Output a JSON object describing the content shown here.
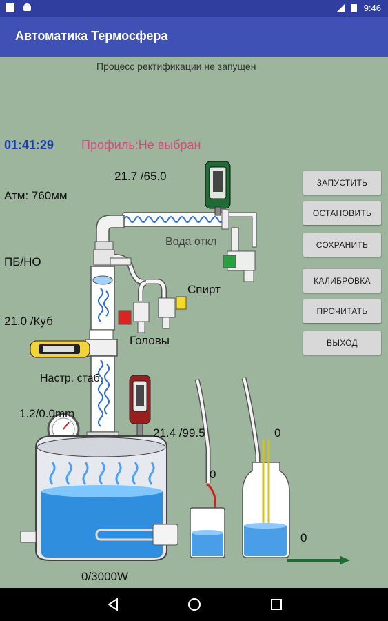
{
  "status_bar": {
    "time": "9:46"
  },
  "app_bar": {
    "title": "Автоматика Термосфера"
  },
  "main": {
    "process_status": "Процесс ректификации не запущен",
    "timer": "01:41:29",
    "profile": "Профиль:Не выбран",
    "top_temp": "21.7   /65.0",
    "atm": "Атм: 760мм",
    "water": "Вода откл",
    "mode": "ПБ/НО",
    "spirit": "Спирт",
    "cube_temp": "21.0   /Куб",
    "heads": "Головы",
    "stab_setting": "Настр. стаб.",
    "pressure": "1.2/0.0mm",
    "kettle_temp": "21.4   /99.5",
    "power": "0/3000W",
    "jar_small_count": "0",
    "jar_big_count": "0",
    "jar_right_count": "0"
  },
  "buttons": {
    "start": "ЗАПУСТИТЬ",
    "stop": "ОСТАНОВИТЬ",
    "save": "СОХРАНИТЬ",
    "calibrate": "КАЛИБРОВКА",
    "read": "ПРОЧИТАТЬ",
    "exit": "ВЫХОД"
  },
  "colors": {
    "appbar": "#3f51b5",
    "statusbar": "#303f9f",
    "background": "#9db49d",
    "timer": "#1a3fb0",
    "profile": "#e0457b"
  },
  "icons": [
    "back-icon",
    "home-icon",
    "recents-icon",
    "battery-icon",
    "signal-icon"
  ]
}
